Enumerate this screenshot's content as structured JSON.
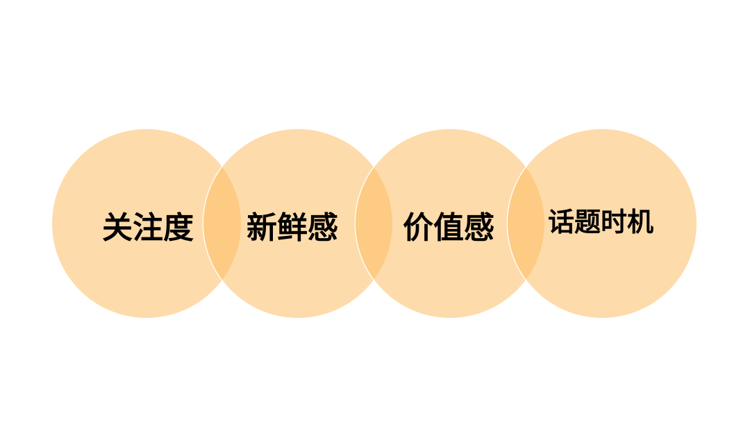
{
  "diagram": {
    "type": "overlapping-circles",
    "colors": {
      "circle_fill": "#FEDBAA",
      "overlap_fill": "#FEC97E",
      "text": "#000000",
      "background": "#FFFFFF"
    },
    "circles": [
      {
        "label": "关注度"
      },
      {
        "label": "新鲜感"
      },
      {
        "label": "价值感"
      },
      {
        "label": "话题时机"
      }
    ]
  }
}
